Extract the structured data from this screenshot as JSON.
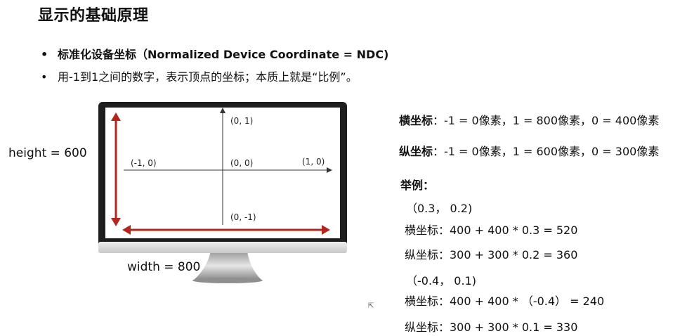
{
  "title": "显示的基础原理",
  "bullets": [
    "标准化设备坐标（Normalized Device Coordinate = NDC)",
    "用-1到1之间的数字，表示顶点的坐标；本质上就是“比例”。"
  ],
  "bullet_symbol": "•",
  "diagram": {
    "height_label": "height = 600",
    "width_label": "width = 800",
    "coords": {
      "top": "(0,  1)",
      "center": "(0,  0)",
      "left": "(-1,  0)",
      "right": "(1,  0)",
      "bottom": "(0,  -1)"
    },
    "arrow_color": "#b3261e"
  },
  "right": {
    "x_label": "横坐标",
    "x_text": "：-1 = 0像素，1 = 800像素，0 = 400像素",
    "y_label": "纵坐标",
    "y_text": "：-1 = 0像素，1 = 600像素，0 = 300像素",
    "example_title": "举例：",
    "examples": [
      "（0.3， 0.2)",
      "横坐标：400 + 400 * 0.3 = 520",
      "纵坐标：300 + 300 * 0.2 = 360",
      "（-0.4， 0.1)",
      "横坐标：400 + 400 * （-0.4） = 240",
      "纵坐标：300 + 300 * 0.1 = 330"
    ]
  }
}
